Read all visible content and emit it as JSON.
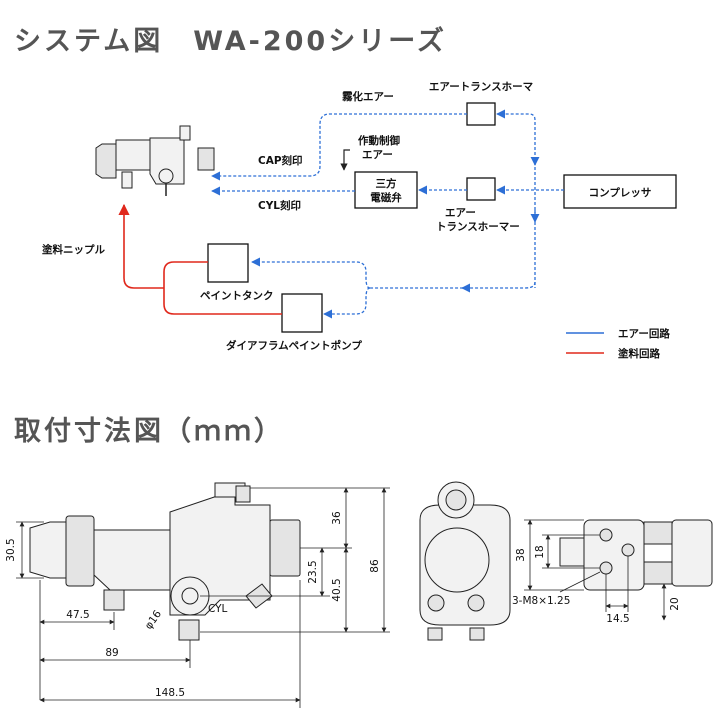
{
  "system": {
    "title": "システム図　WA-200シリーズ",
    "labels": {
      "atomizing_air": "霧化エアー",
      "air_transformer_top": "エアートランスホーマ",
      "control_air_1": "作動制御",
      "control_air_2": "エアー",
      "cap_mark": "CAP刻印",
      "cyl_mark": "CYL刻印",
      "solenoid_1": "三方",
      "solenoid_2": "電磁弁",
      "air_transformer_mid_1": "エアー",
      "air_transformer_mid_2": "トランスホーマー",
      "compressor": "コンプレッサ",
      "paint_nipple": "塗料ニップル",
      "paint_tank": "ペイントタンク",
      "diaphragm_pump": "ダイアフラムペイントポンプ"
    },
    "legend": {
      "air_circuit": "エアー回路",
      "paint_circuit": "塗料回路"
    },
    "colors": {
      "air": "#2d6fd6",
      "paint": "#e0281c"
    }
  },
  "dimensions": {
    "title": "取付寸法図（ｍｍ）",
    "values": {
      "d30_5": "30.5",
      "d47_5": "47.5",
      "d89": "89",
      "d148_5": "148.5",
      "d36": "36",
      "d23_5": "23.5",
      "d40_5": "40.5",
      "d86": "86",
      "phi16": "φ16",
      "cyl": "CYL",
      "d38": "38",
      "d18": "18",
      "d14_5": "14.5",
      "d20": "20",
      "thread": "3-M8×1.25"
    }
  }
}
